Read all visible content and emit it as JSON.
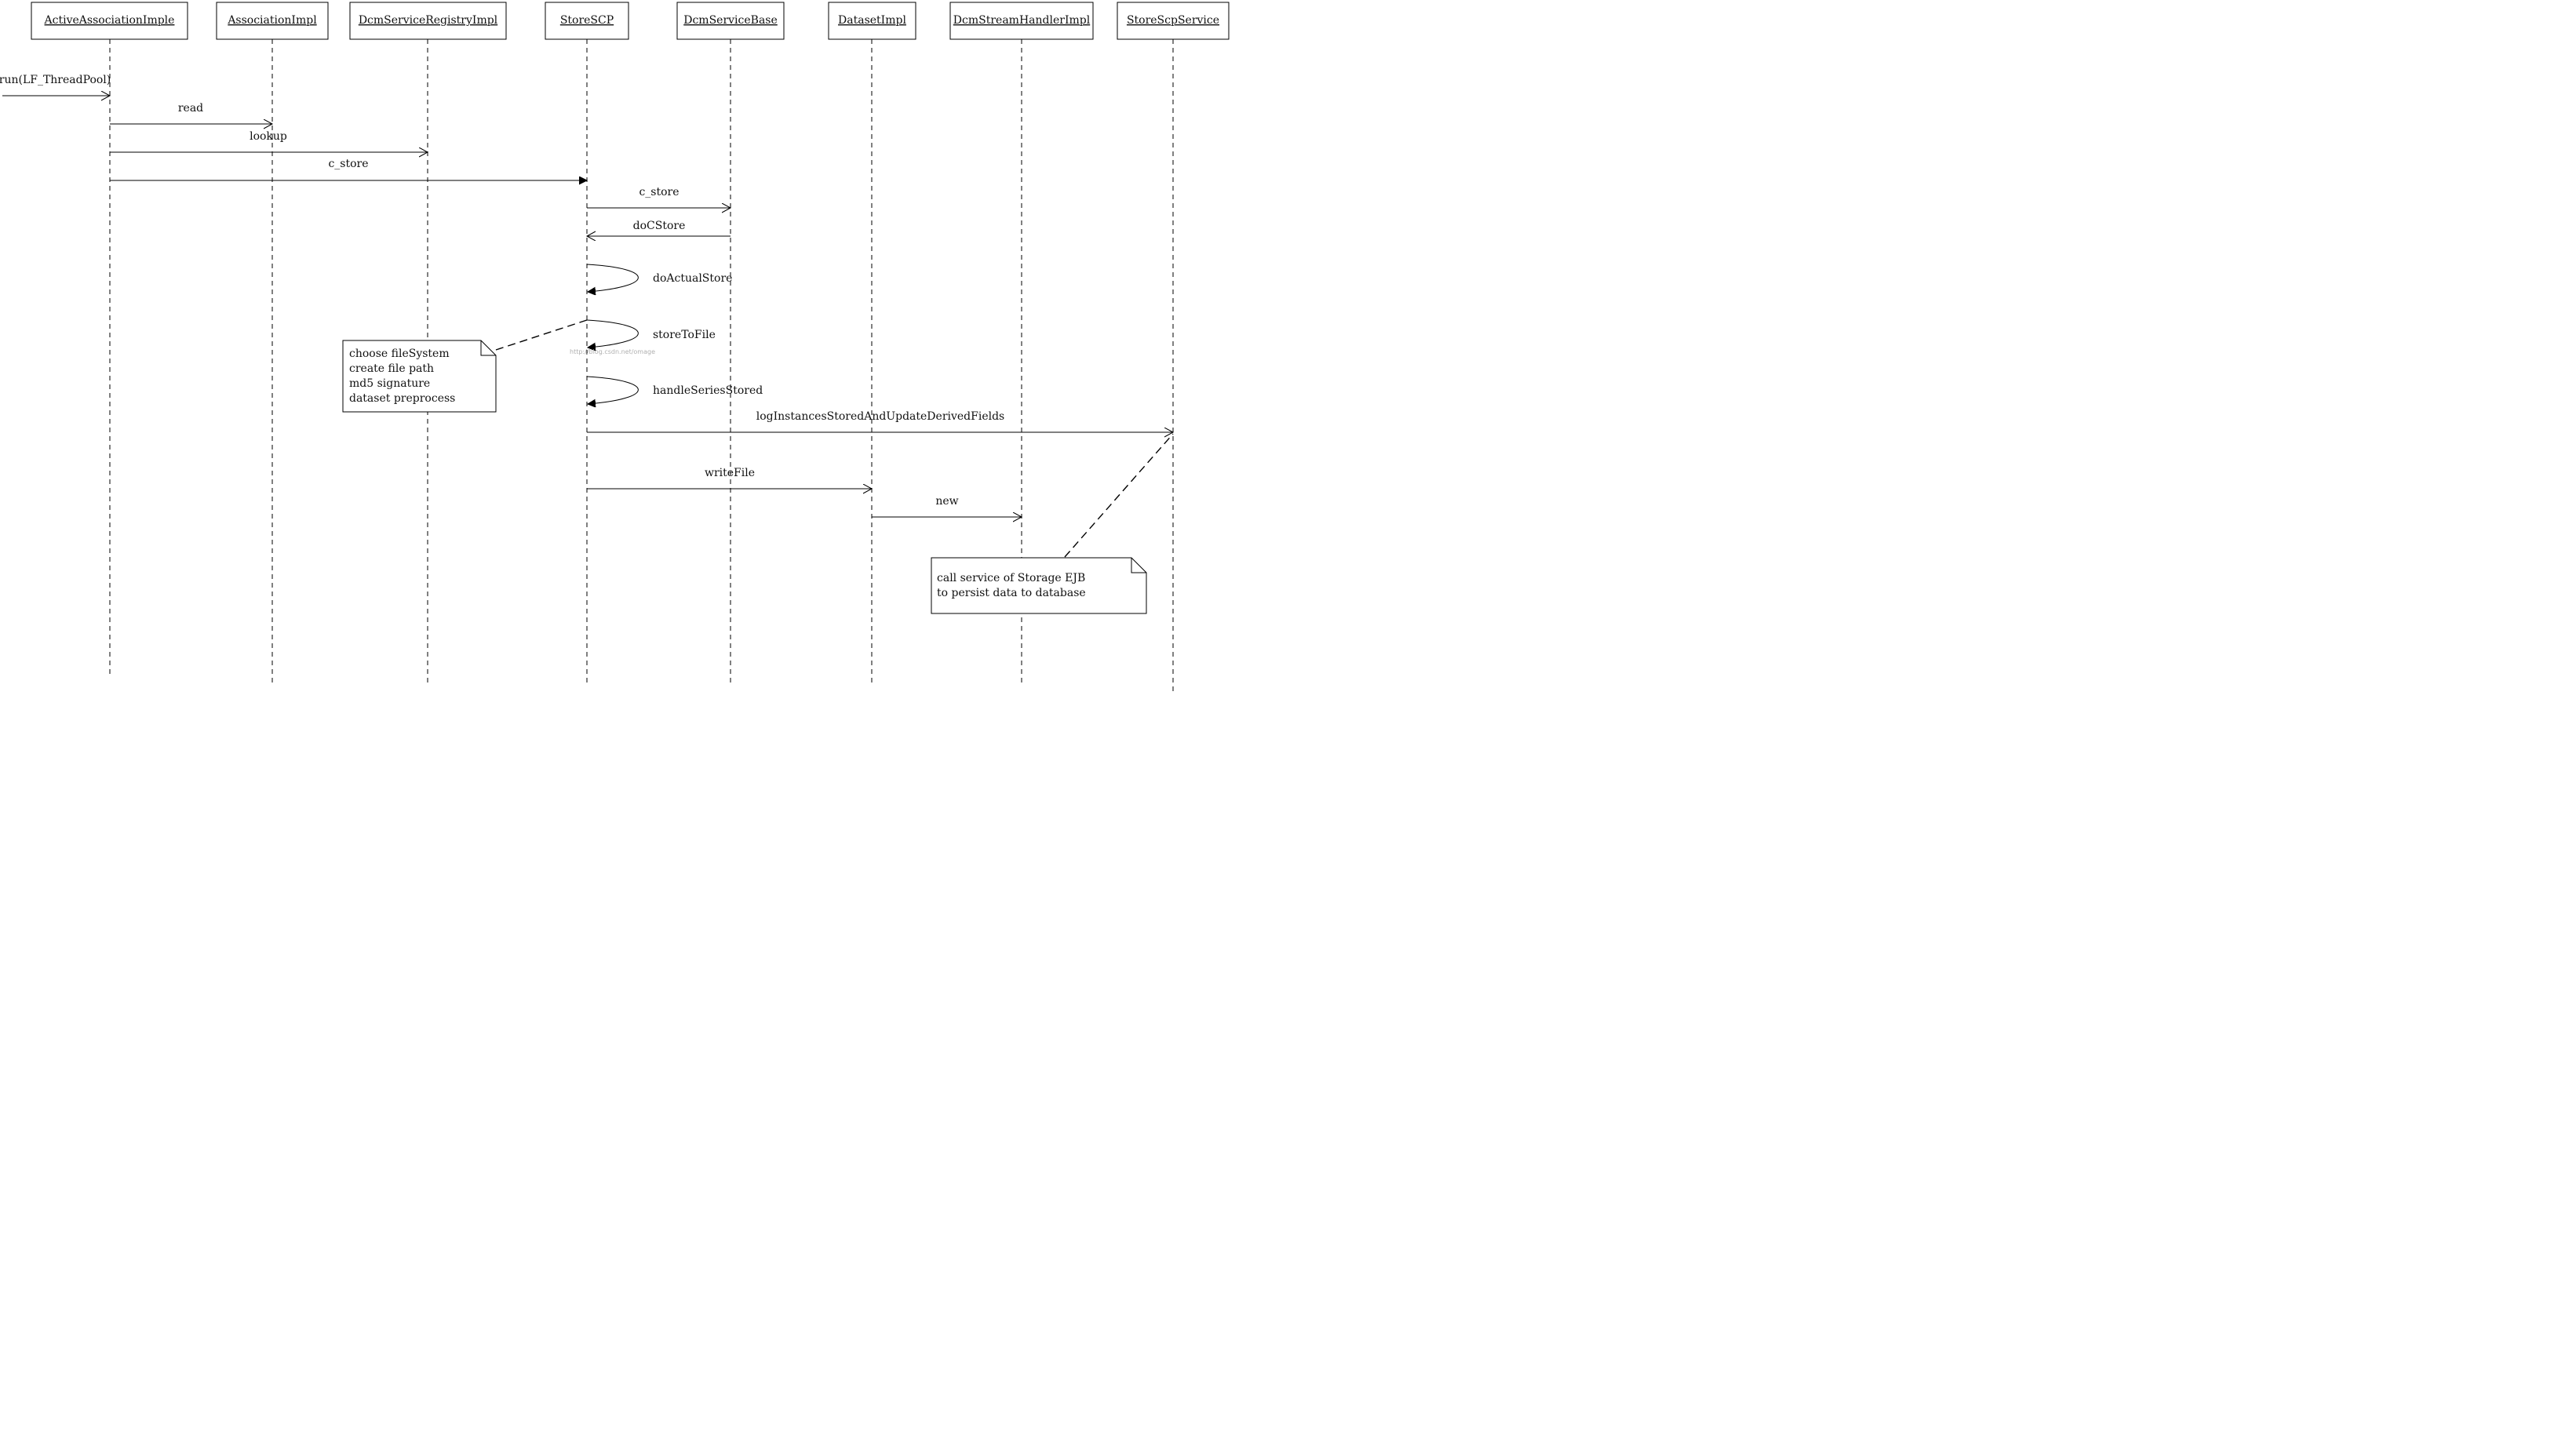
{
  "participants": [
    "ActiveAssociationImple",
    "AssociationImpl",
    "DcmServiceRegistryImpl",
    "StoreSCP",
    "DcmServiceBase",
    "DatasetImpl",
    "DcmStreamHandlerImpl",
    "StoreScpService"
  ],
  "messages": [
    {
      "label": "run(LF_ThreadPool)",
      "from": null,
      "to": "ActiveAssociationImple",
      "arrow": "open"
    },
    {
      "label": "read",
      "from": "ActiveAssociationImple",
      "to": "AssociationImpl",
      "arrow": "open"
    },
    {
      "label": "lookup",
      "from": "ActiveAssociationImple",
      "to": "DcmServiceRegistryImpl",
      "arrow": "open"
    },
    {
      "label": "c_store",
      "from": "ActiveAssociationImple",
      "to": "StoreSCP",
      "arrow": "filled"
    },
    {
      "label": "c_store",
      "from": "StoreSCP",
      "to": "DcmServiceBase",
      "arrow": "open"
    },
    {
      "label": "doCStore",
      "from": "DcmServiceBase",
      "to": "StoreSCP",
      "arrow": "open"
    },
    {
      "label": "doActualStore",
      "from": "StoreSCP",
      "to": "StoreSCP",
      "arrow": "filled"
    },
    {
      "label": "storeToFile",
      "from": "StoreSCP",
      "to": "StoreSCP",
      "arrow": "filled"
    },
    {
      "label": "handleSeriesStored",
      "from": "StoreSCP",
      "to": "StoreSCP",
      "arrow": "filled"
    },
    {
      "label": "logInstancesStoredAndUpdateDerivedFields",
      "from": "StoreSCP",
      "to": "StoreScpService",
      "arrow": "open"
    },
    {
      "label": "writeFile",
      "from": "StoreSCP",
      "to": "DatasetImpl",
      "arrow": "open"
    },
    {
      "label": "new",
      "from": "DatasetImpl",
      "to": "DcmStreamHandlerImpl",
      "arrow": "open"
    }
  ],
  "notes": [
    {
      "lines": [
        "choose fileSystem",
        "create file path",
        "md5 signature",
        "dataset preprocess"
      ],
      "attached_to": "storeToFile"
    },
    {
      "lines": [
        "call service of Storage EJB",
        "to persist data to database"
      ],
      "attached_to": "logInstancesStoredAndUpdateDerivedFields"
    }
  ],
  "watermark": "http://blog.csdn.net/omage"
}
